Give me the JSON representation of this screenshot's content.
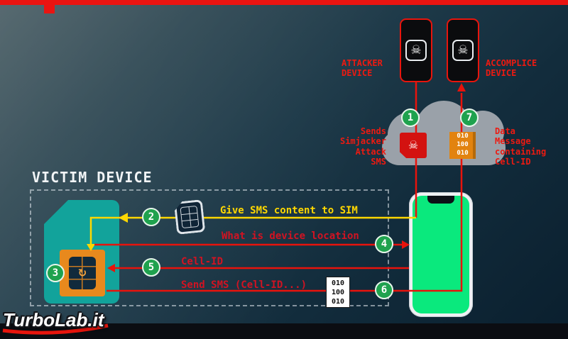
{
  "player": {
    "watermark": "TurboLab.it"
  },
  "devices": {
    "attacker": "ATTACKER\nDEVICE",
    "accomplice": "ACCOMPLICE\nDEVICE",
    "victim_title": "VICTIM DEVICE"
  },
  "network": {
    "attack_caption": "Sends\nSimjacker\nAttack\nSMS",
    "data_caption": "Data\nMessage\ncontaining\nCell-ID"
  },
  "steps": [
    "1",
    "2",
    "3",
    "4",
    "5",
    "6",
    "7"
  ],
  "messages": {
    "give_sms": "Give SMS content to SIM",
    "location_request": "What is device location",
    "cell_id": "Cell-ID",
    "send_sms": "Send SMS (Cell-ID...)"
  },
  "binary_sms": "010\n100\n010",
  "icons": {
    "skull": "☠",
    "cycle": "↻"
  },
  "colors": {
    "accent_red": "#e8150d",
    "accent_yellow": "#ffd700",
    "step_green": "#1fa24e",
    "sim_teal": "#12a39b",
    "chip_orange": "#e8891d"
  }
}
